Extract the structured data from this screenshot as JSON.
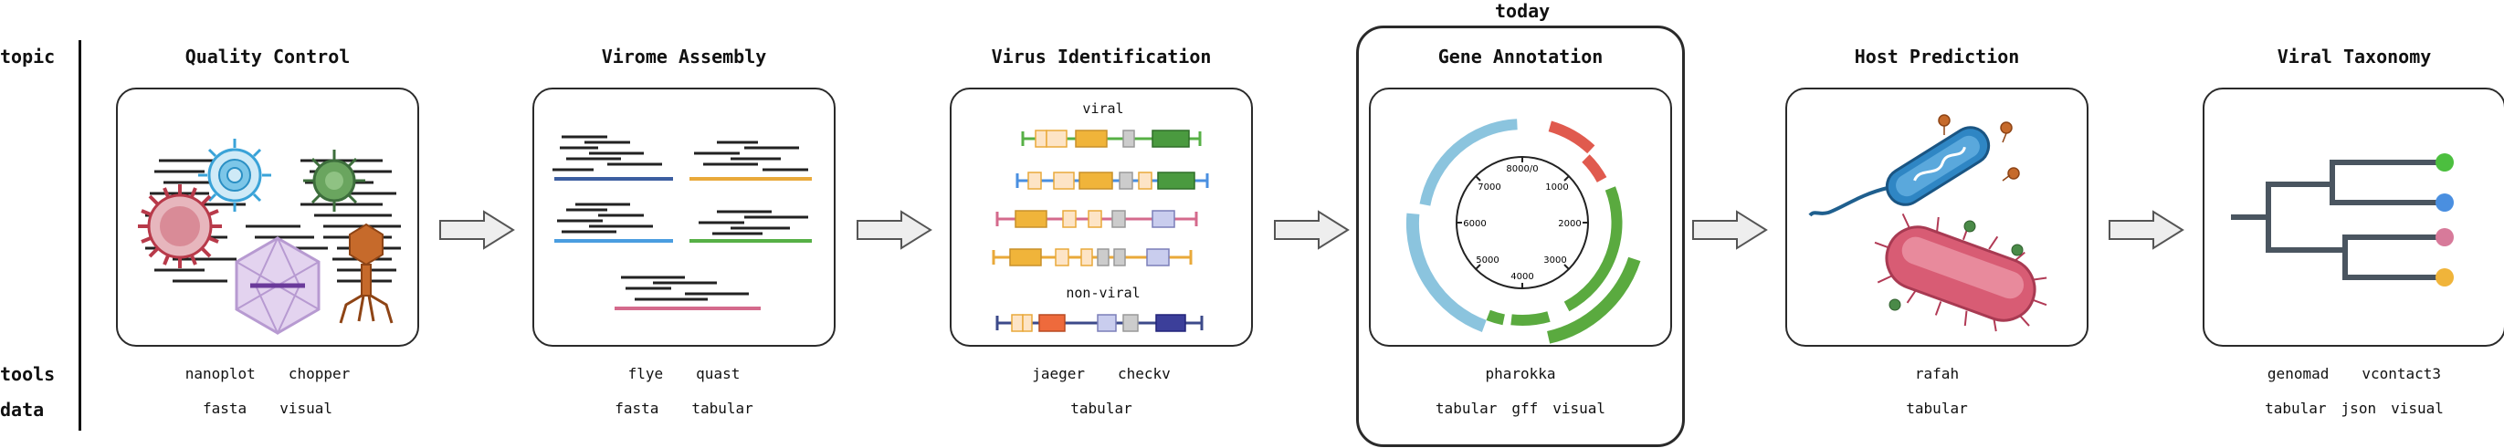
{
  "row_labels": {
    "topic": "topic",
    "tools": "tools",
    "data": "data"
  },
  "highlight_label": "today",
  "steps": [
    {
      "title": "Quality Control",
      "tools": [
        "nanoplot",
        "chopper"
      ],
      "data": [
        "fasta",
        "visual"
      ]
    },
    {
      "title": "Virome Assembly",
      "tools": [
        "flye",
        "quast"
      ],
      "data": [
        "fasta",
        "tabular"
      ]
    },
    {
      "title": "Virus Identification",
      "tools": [
        "jaeger",
        "checkv"
      ],
      "data": [
        "tabular"
      ],
      "panel_labels": {
        "viral": "viral",
        "nonviral": "non-viral"
      }
    },
    {
      "title": "Gene Annotation",
      "tools": [
        "pharokka"
      ],
      "data": [
        "tabular",
        "gff",
        "visual"
      ],
      "ticks": [
        "8000/0",
        "1000",
        "2000",
        "3000",
        "4000",
        "5000",
        "6000",
        "7000"
      ]
    },
    {
      "title": "Host Prediction",
      "tools": [
        "rafah"
      ],
      "data": [
        "tabular"
      ]
    },
    {
      "title": "Viral Taxonomy",
      "tools": [
        "genomad",
        "vcontact3"
      ],
      "data": [
        "tabular",
        "json",
        "visual"
      ]
    }
  ],
  "colors": {
    "card_border": "#2a2a2a",
    "arrow_fill": "#eeeeee",
    "blue": "#3c6fb0",
    "orange": "#e9a93a",
    "green": "#57b046",
    "pink": "#d46a8c",
    "lightblue": "#4a9de0",
    "leaf_green": "#4cbf3f",
    "leaf_blue": "#4a8fe0",
    "leaf_pink": "#d77a9a",
    "leaf_orange": "#f0b43a",
    "tree": "#4a5560"
  }
}
